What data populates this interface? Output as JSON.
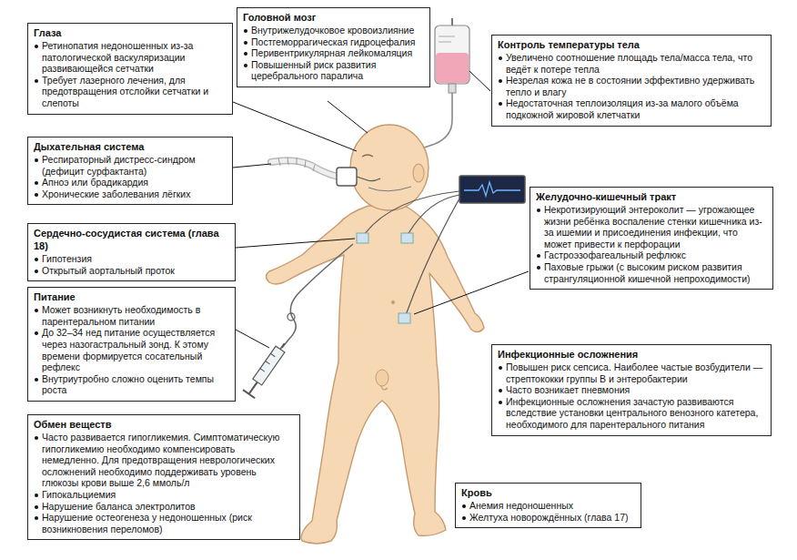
{
  "diagram": {
    "nodes": [
      {
        "text": [
          "Глаза",
          "Ретинопатия недоношенных из-за патологической васкуляризации развивающейся сетчатки",
          "Требует лазерного лечения, для предотвращения отслойки сетчатки и слепоты"
        ]
      },
      {
        "text": [
          "Головной мозг",
          "Внутрижелудочковое кровоизлияние",
          "Постгеморрагическая гидроцефалия",
          "Перивентрикулярная лейкомаляция",
          "Повышенный риск развития церебрального паралича"
        ]
      },
      {
        "text": [
          "Контроль температуры тела",
          "Увеличено соотношение площадь тела/масса тела, что ведёт к потере тепла",
          "Незрелая кожа не в состоянии эффективно удерживать тепло и влагу",
          "Недостаточная теплоизоляция из-за малого объёма подкожной жировой клетчатки"
        ]
      },
      {
        "text": [
          "Дыхательная система",
          "Респираторный дистресс-синдром (дефицит сурфактанта)",
          "Апноэ или брадикардия",
          "Хронические заболевания лёгких"
        ]
      },
      {
        "text": [
          "Сердечно-сосудистая система (глава 18)",
          "Гипотензия",
          "Открытый аортальный проток"
        ]
      },
      {
        "text": [
          "Питание",
          "Может возникнуть необходимость в парентеральном питании",
          "До 32–34 нед питание осуществляется через назогастральный зонд. К этому времени формируется сосательный рефлекс",
          "Внутриутробно сложно оценить темпы роста"
        ]
      },
      {
        "text": [
          "Желудочно-кишечный тракт",
          "Некротизирующий энтероколит — угрожающее жизни ребёнка воспаление стенки кишечника из-за ишемии и присоединения инфекции, что может привести к перфорации",
          "Гастроэзофагеальный рефлюкс",
          "Паховые грыжи (с высоким риском развития странгуляционной кишечной непроходимости)"
        ]
      },
      {
        "text": [
          "Инфекционные осложнения",
          "Повышен риск сепсиса. Наиболее частые возбудители — стрептококки группы В и энтеробактерии",
          "Часто возникает пневмония",
          "Инфекционные осложнения зачастую развиваются вследствие установки центрального венозного катетера, необходимого для парентерального питания"
        ]
      },
      {
        "text": [
          "Обмен веществ",
          "Часто развивается гипогликемия. Симптоматическую гипогликемию необходимо компенсировать немедленно. Для предотвращения неврологических осложнений необходимо поддерживать уровень глюкозы крови выше 2,6 ммоль/л",
          "Гипокальциемия",
          "Нарушение баланса электролитов",
          "Нарушение остеогенеза у недоношенных (риск возникновения переломов)"
        ]
      },
      {
        "text": [
          "Кровь",
          "Анемия недоношенных",
          "Желтуха новорождённых (глава 17)"
        ]
      }
    ]
  }
}
